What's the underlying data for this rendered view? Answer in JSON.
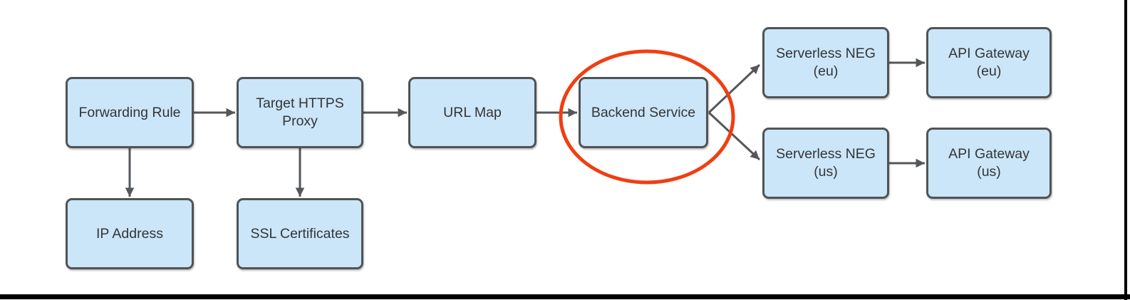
{
  "diagram": {
    "description": "Load balancing architecture flow diagram",
    "nodes": [
      {
        "id": "forwarding-rule",
        "label": "Forwarding Rule"
      },
      {
        "id": "target-https-proxy",
        "label": "Target HTTPS\nProxy"
      },
      {
        "id": "url-map",
        "label": "URL Map"
      },
      {
        "id": "backend-service",
        "label": "Backend Service"
      },
      {
        "id": "ip-address",
        "label": "IP Address"
      },
      {
        "id": "ssl-certificates",
        "label": "SSL Certificates"
      },
      {
        "id": "serverless-neg-eu",
        "label": "Serverless NEG\n(eu)"
      },
      {
        "id": "api-gateway-eu",
        "label": "API Gateway\n(eu)"
      },
      {
        "id": "serverless-neg-us",
        "label": "Serverless NEG\n(us)"
      },
      {
        "id": "api-gateway-us",
        "label": "API Gateway\n(us)"
      }
    ],
    "edges": [
      {
        "from": "Forwarding Rule",
        "to": "Target HTTPS Proxy"
      },
      {
        "from": "Target HTTPS Proxy",
        "to": "URL Map"
      },
      {
        "from": "URL Map",
        "to": "Backend Service"
      },
      {
        "from": "Forwarding Rule",
        "to": "IP Address"
      },
      {
        "from": "Target HTTPS Proxy",
        "to": "SSL Certificates"
      },
      {
        "from": "Backend Service",
        "to": "Serverless NEG (eu)"
      },
      {
        "from": "Backend Service",
        "to": "Serverless NEG (us)"
      },
      {
        "from": "Serverless NEG (eu)",
        "to": "API Gateway (eu)"
      },
      {
        "from": "Serverless NEG (us)",
        "to": "API Gateway (us)"
      }
    ],
    "highlight": {
      "shape": "ellipse",
      "around": "Backend Service",
      "color": "#f03e13"
    },
    "colors": {
      "background": "#ffffff",
      "node_fill": "#cbe6f8",
      "node_border": "#505356",
      "arrow": "#54575a",
      "text": "#333538",
      "highlight": "#f03e13",
      "frame": "#000000"
    }
  }
}
